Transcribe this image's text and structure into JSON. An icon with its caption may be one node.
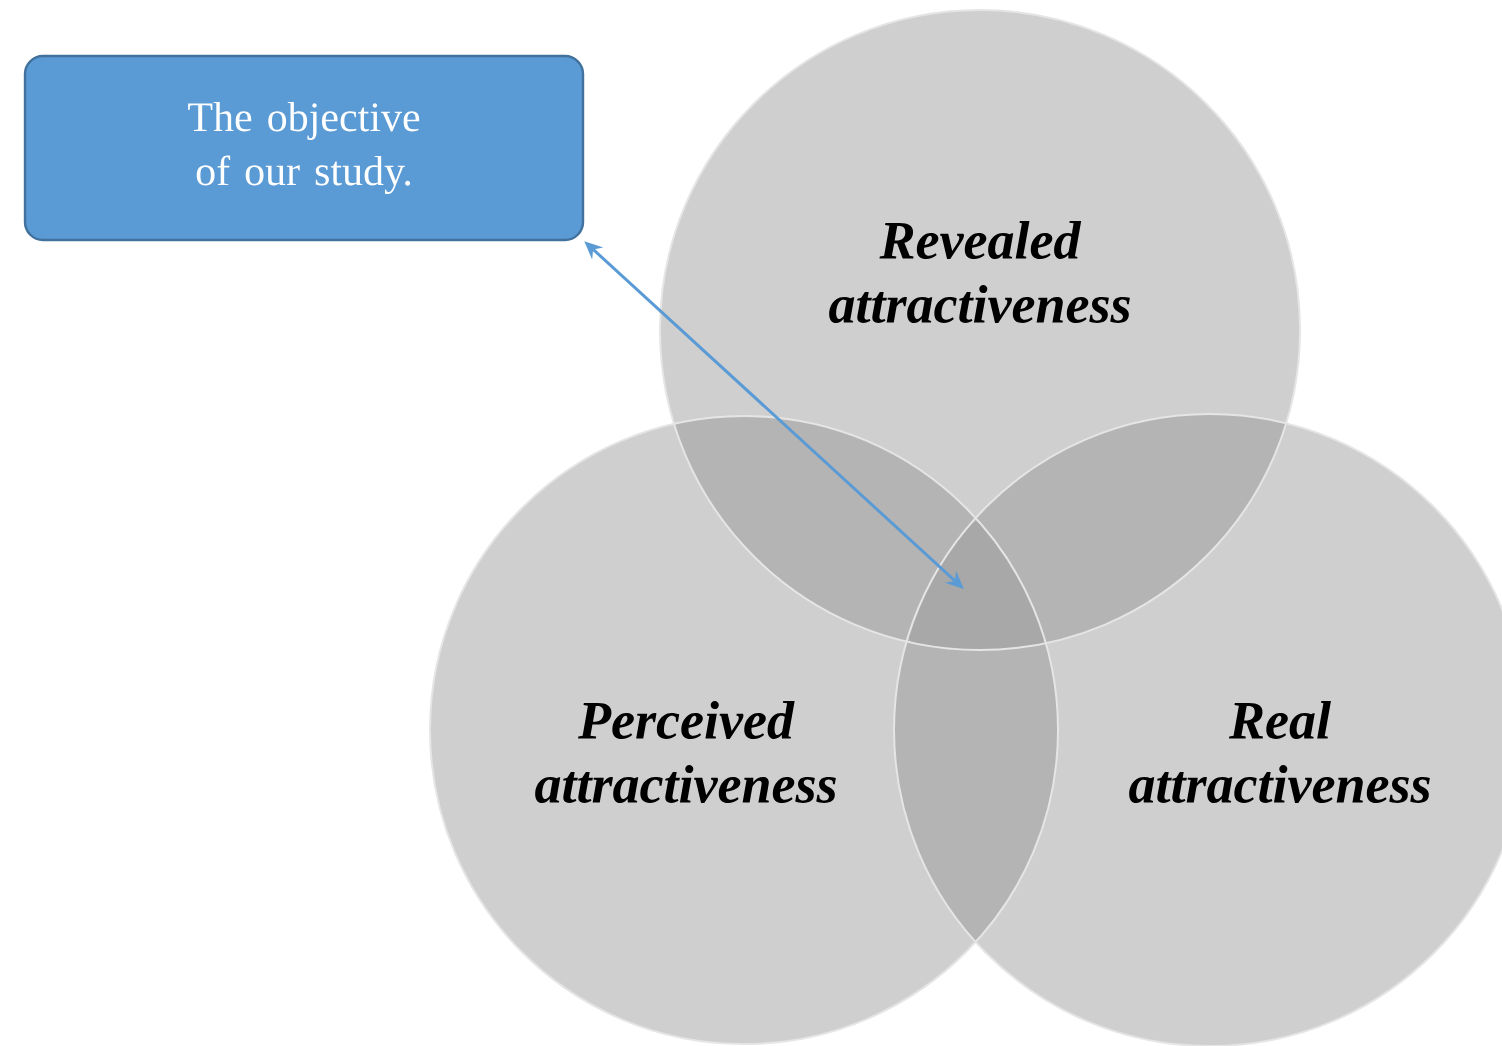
{
  "diagram": {
    "nodes": [
      {
        "text": [
          "The objective of our study."
        ]
      },
      {
        "text": [
          "Revealed attractiveness"
        ]
      },
      {
        "text": [
          "Perceived attractiveness"
        ]
      },
      {
        "text": [
          "Real attractiveness"
        ]
      },
      {
        "text": [],
        "shape": "triangle"
      }
    ],
    "edges": [
      {
        "from": 0,
        "to": 4,
        "arrow": "both"
      }
    ]
  }
}
